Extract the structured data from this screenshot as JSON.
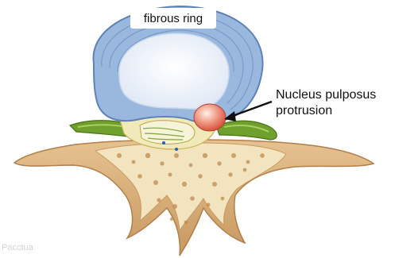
{
  "labels": {
    "fibrous_ring": "fibrous ring",
    "nucleus_line1": "Nucleus pulposus",
    "nucleus_line2": "protrusion"
  },
  "watermark": "Pacctua",
  "colors": {
    "annulus_blue": "#8fb0d8",
    "nucleus_white": "#eef3fa",
    "protrusion_red": "#e8745c",
    "bone_tan": "#d9b07a",
    "cancellous_cream": "#f3e4c0",
    "nerve_green": "#6a9a2a",
    "ligament_yellow": "#e8dc7a"
  },
  "icons": {
    "arrow": "arrow-icon"
  }
}
